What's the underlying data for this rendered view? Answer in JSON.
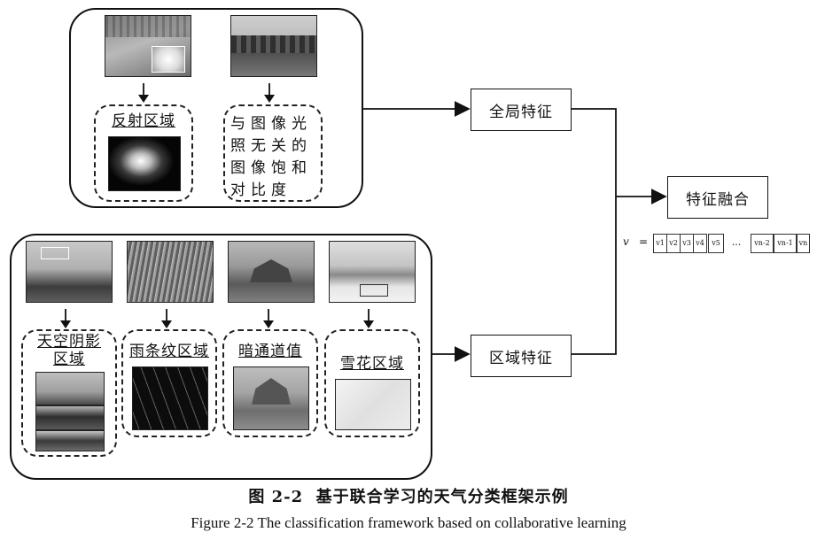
{
  "top_group": {
    "reflection_label": "反射区域",
    "saturation_text": "与图像光照无关的图像饱和对比度"
  },
  "bottom_group": {
    "regions": [
      {
        "label": "天空阴影区域"
      },
      {
        "label": "雨条纹区域"
      },
      {
        "label": "暗通道值"
      },
      {
        "label": "雪花区域"
      }
    ]
  },
  "boxes": {
    "global_feature": "全局特征",
    "region_feature": "区域特征",
    "feature_fusion": "特征融合"
  },
  "vector": {
    "symbol": "v",
    "equals": "=",
    "cells": [
      "v1",
      "v2",
      "v3",
      "v4",
      "v5",
      "...",
      "vn-2",
      "vn-1",
      "vn"
    ]
  },
  "captions": {
    "cn": "图 2-2  基于联合学习的天气分类框架示例",
    "en": "Figure 2-2 The classification framework based on collaborative learning"
  }
}
